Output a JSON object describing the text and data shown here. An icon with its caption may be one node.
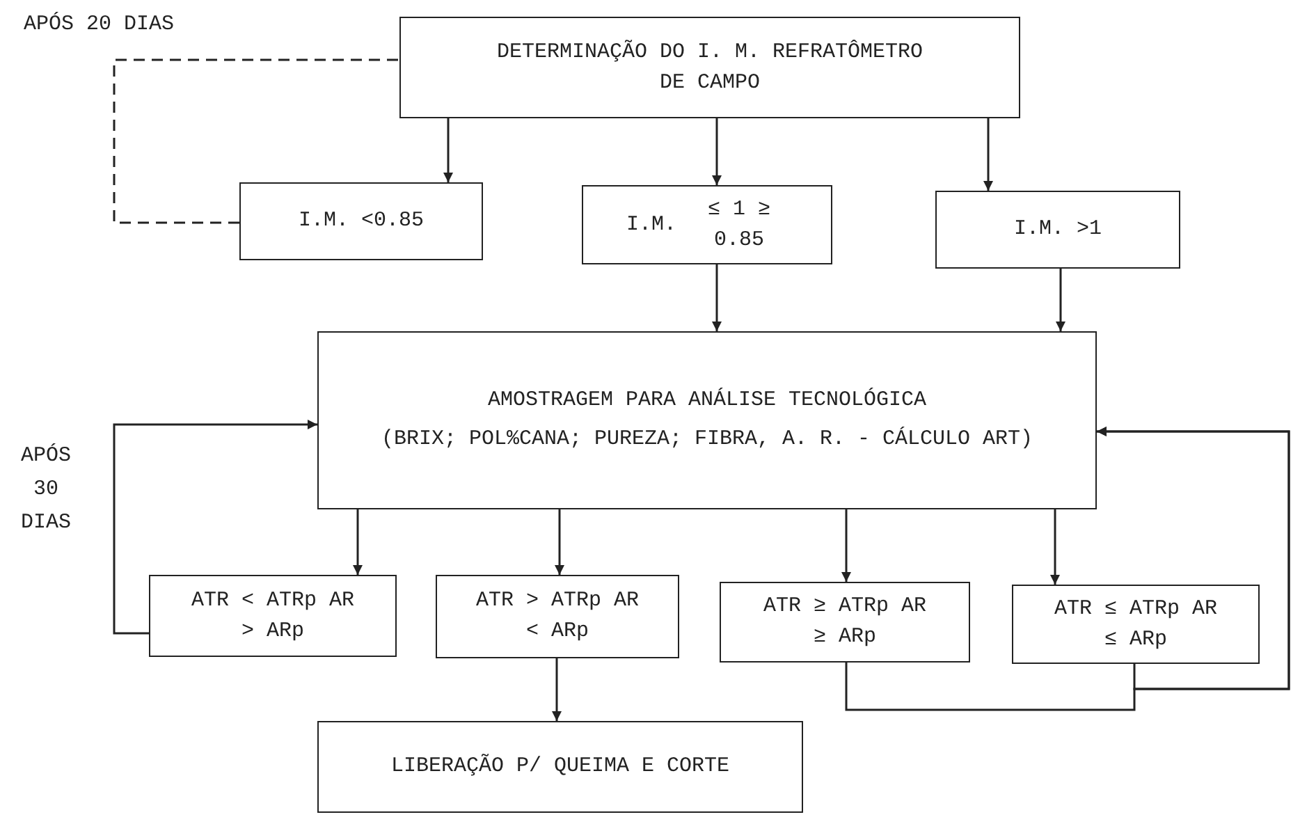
{
  "diagram": {
    "nodes": [
      {
        "text": [
          "DETERMINAÇÃO DO I. M. REFRATÔMETRO DE CAMPO"
        ]
      },
      {
        "text": [
          "I.M. <0.85"
        ]
      },
      {
        "text": [
          "I.M.",
          "≤ 1 ≥ 0.85"
        ]
      },
      {
        "text": [
          "I.M. >1"
        ]
      },
      {
        "text": [
          "AMOSTRAGEM PARA ANÁLISE TECNOLÓGICA",
          "(BRIX; POL%CANA; PUREZA; FIBRA, A. R. - CÁLCULO ART)"
        ]
      },
      {
        "text": [
          "ATR < ATRp AR > ARp"
        ]
      },
      {
        "text": [
          "ATR > ATRp AR < ARp"
        ]
      },
      {
        "text": [
          "ATR ≥ ATRp AR ≥ ARp"
        ]
      },
      {
        "text": [
          "ATR ≤ ATRp AR ≤ ARp"
        ]
      },
      {
        "text": [
          "LIBERAÇÃO P/ QUEIMA E CORTE"
        ]
      }
    ],
    "edges": [
      {
        "from": 0,
        "to": 1,
        "arrow": "to"
      },
      {
        "from": 0,
        "to": 2,
        "arrow": "to"
      },
      {
        "from": 0,
        "to": 3,
        "arrow": "to"
      },
      {
        "from": 1,
        "to": 0,
        "arrow": "none",
        "style": "dashed",
        "label": "APÓS 20 DIAS"
      },
      {
        "from": 2,
        "to": 4,
        "arrow": "to"
      },
      {
        "from": 3,
        "to": 4,
        "arrow": "to"
      },
      {
        "from": 4,
        "to": 5,
        "arrow": "to"
      },
      {
        "from": 4,
        "to": 6,
        "arrow": "to"
      },
      {
        "from": 4,
        "to": 7,
        "arrow": "to"
      },
      {
        "from": 4,
        "to": 8,
        "arrow": "to"
      },
      {
        "from": 5,
        "to": 4,
        "arrow": "to",
        "label": "APÓS 30 DIAS"
      },
      {
        "from": 6,
        "to": 9,
        "arrow": "to"
      },
      {
        "from": 7,
        "to": 4,
        "arrow": "to"
      },
      {
        "from": 8,
        "to": 4,
        "arrow": "to"
      }
    ]
  }
}
